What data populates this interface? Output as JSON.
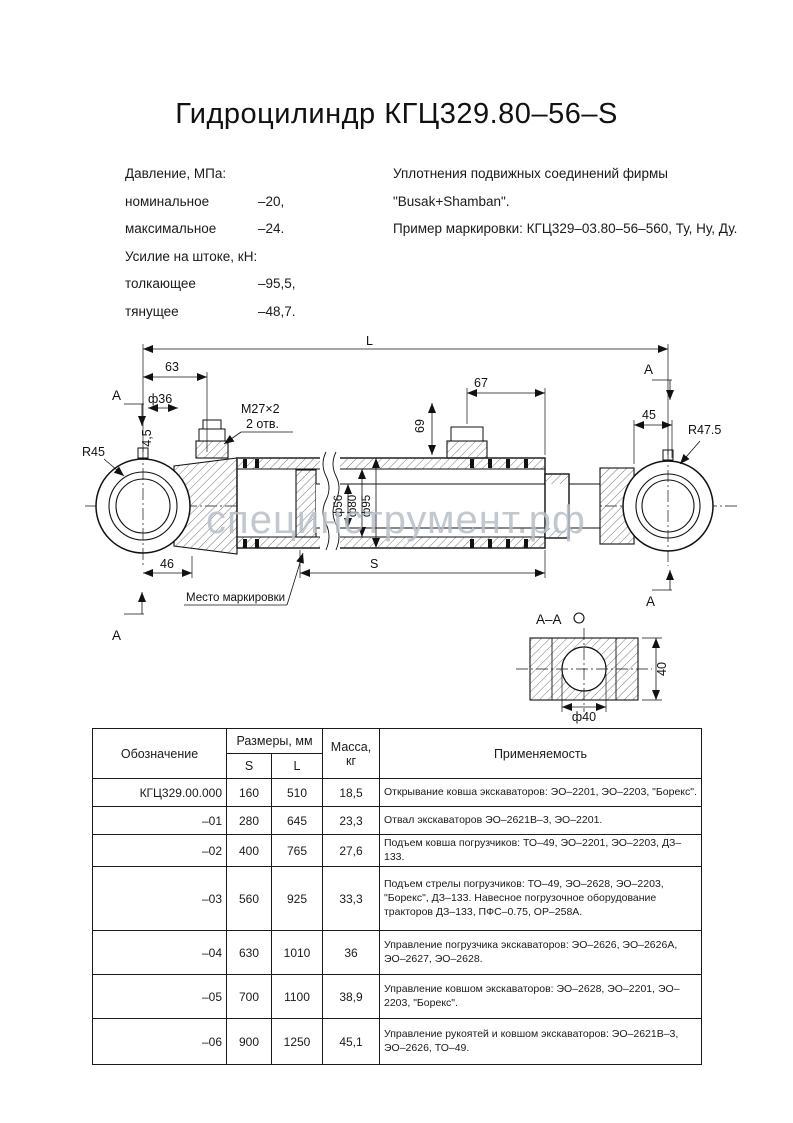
{
  "page": {
    "title": "Гидроцилиндр КГЦ329.80–56–S",
    "watermark": "специнструмент.рф"
  },
  "specs": {
    "pressure_label": "Давление, МПа:",
    "rows": [
      {
        "label": "номинальное",
        "value": "–20,"
      },
      {
        "label": "максимальное",
        "value": "–24."
      }
    ],
    "force_label": "Усилие на штоке, кН:",
    "force_rows": [
      {
        "label": "толкающее",
        "value": "–95,5,"
      },
      {
        "label": "тянущее",
        "value": "–48,7."
      }
    ]
  },
  "notes": {
    "line1": "Уплотнения подвижных соединений фирмы",
    "line2": "\"Busak+Shamban\".",
    "line3": "Пример маркировки: КГЦ329–03.80–56–560, Ту, Ну, Ду."
  },
  "drawing": {
    "dims": {
      "L": "L",
      "d63": "63",
      "d67": "67",
      "d45": "45",
      "d36": "ф36",
      "thread": "M27×2",
      "holes": "2 отв.",
      "d4_5": "4,5",
      "d69": "69",
      "r45": "R45",
      "r47_5": "R47.5",
      "d56": "ф56",
      "d80": "ф80",
      "d95": "ф95",
      "d46": "46",
      "S": "S",
      "marking": "Место маркировки",
      "section": "А–А",
      "sec40": "40",
      "secd40": "ф40",
      "A": "А"
    }
  },
  "table": {
    "headers": {
      "designation": "Обозначение",
      "sizes": "Размеры, мм",
      "s": "S",
      "l": "L",
      "mass": "Масса,",
      "mass2": "кг",
      "application": "Применяемость"
    },
    "rows": [
      {
        "designation": "КГЦ329.00.000",
        "s": "160",
        "l": "510",
        "mass": "18,5",
        "application": "Открывание ковша экскаваторов: ЭО–2201, ЭО–2203, \"Борекс\"."
      },
      {
        "designation": "–01",
        "s": "280",
        "l": "645",
        "mass": "23,3",
        "application": "Отвал экскаваторов ЭО–2621В–3, ЭО–2201."
      },
      {
        "designation": "–02",
        "s": "400",
        "l": "765",
        "mass": "27,6",
        "application": "Подъем ковша погрузчиков: ТО–49, ЭО–2201, ЭО–2203, ДЗ–133."
      },
      {
        "designation": "–03",
        "s": "560",
        "l": "925",
        "mass": "33,3",
        "application": "Подъем стрелы погрузчиков: ТО–49, ЭО–2628, ЭО–2203, \"Борекс\", ДЗ–133. Навесное погрузочное оборудование тракторов ДЗ–133, ПФС–0.75, ОР–258А."
      },
      {
        "designation": "–04",
        "s": "630",
        "l": "1010",
        "mass": "36",
        "application": "Управление погрузчика экскаваторов: ЭО–2626, ЭО–2626А, ЭО–2627, ЭО–2628."
      },
      {
        "designation": "–05",
        "s": "700",
        "l": "1100",
        "mass": "38,9",
        "application": "Управление ковшом экскаваторов: ЭО–2628, ЭО–2201, ЭО–2203, \"Борекс\"."
      },
      {
        "designation": "–06",
        "s": "900",
        "l": "1250",
        "mass": "45,1",
        "application": "Управление рукоятей и ковшом экскаваторов: ЭО–2621В–3, ЭО–2626, ТО–49."
      }
    ]
  }
}
